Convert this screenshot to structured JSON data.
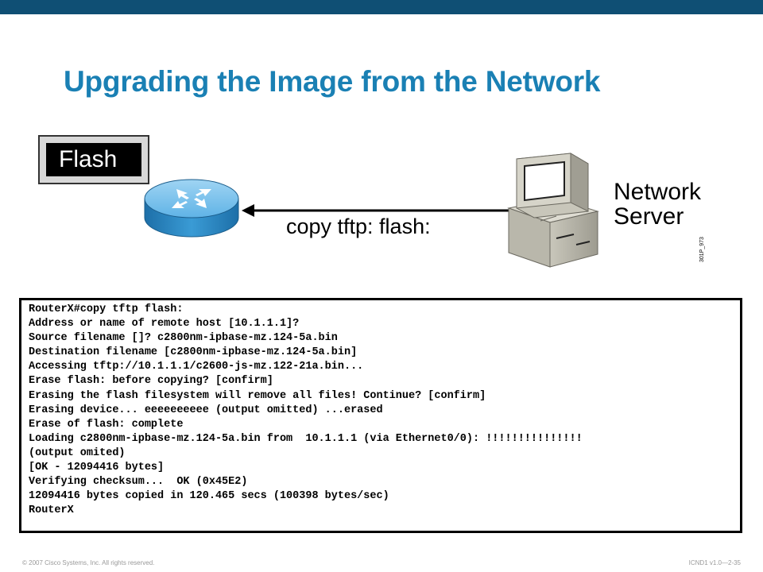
{
  "slide": {
    "title": "Upgrading the Image from the Network",
    "accent_color": "#1a80b4",
    "top_bar_color": "#0f4f74"
  },
  "diagram": {
    "flash_label": "Flash",
    "command_label": "copy tftp: flash:",
    "server_label_line1": "Network",
    "server_label_line2": "Server",
    "figure_id": "301P_973",
    "router_icon": "router-icon",
    "server_icon": "desktop-computer-icon"
  },
  "console": {
    "lines": [
      "RouterX#copy tftp flash:",
      "Address or name of remote host [10.1.1.1]?",
      "Source filename []? c2800nm-ipbase-mz.124-5a.bin",
      "Destination filename [c2800nm-ipbase-mz.124-5a.bin]",
      "Accessing tftp://10.1.1.1/c2600-js-mz.122-21a.bin...",
      "Erase flash: before copying? [confirm]",
      "Erasing the flash filesystem will remove all files! Continue? [confirm]",
      "Erasing device... eeeeeeeeee (output omitted) ...erased",
      "Erase of flash: complete",
      "Loading c2800nm-ipbase-mz.124-5a.bin from  10.1.1.1 (via Ethernet0/0): !!!!!!!!!!!!!!!",
      "(output omited)",
      "[OK - 12094416 bytes]",
      "Verifying checksum...  OK (0x45E2)",
      "12094416 bytes copied in 120.465 secs (100398 bytes/sec)",
      "RouterX"
    ]
  },
  "footer": {
    "copyright": "© 2007 Cisco Systems, Inc. All rights reserved.",
    "course_ref": "ICND1 v1.0—2-35"
  }
}
